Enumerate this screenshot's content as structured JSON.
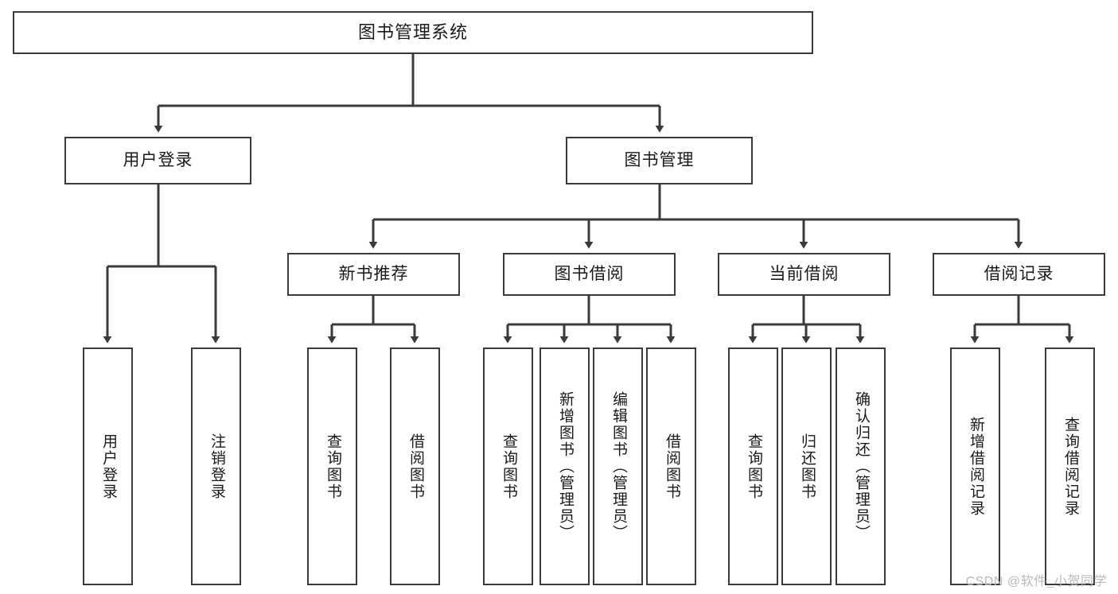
{
  "diagram": {
    "type": "hierarchy-tree",
    "title": "图书管理系统",
    "root": {
      "label": "图书管理系统"
    },
    "level1": [
      {
        "label": "用户登录"
      },
      {
        "label": "图书管理"
      }
    ],
    "level2": [
      {
        "label": "新书推荐"
      },
      {
        "label": "图书借阅"
      },
      {
        "label": "当前借阅"
      },
      {
        "label": "借阅记录"
      }
    ],
    "leaves": {
      "user_login": [
        {
          "label": "用户登录"
        },
        {
          "label": "注销登录"
        }
      ],
      "new_book_recommend": [
        {
          "label": "查询图书"
        },
        {
          "label": "借阅图书"
        }
      ],
      "book_borrow": [
        {
          "label": "查询图书"
        },
        {
          "label": "新增图书（管理员）"
        },
        {
          "label": "编辑图书（管理员）"
        },
        {
          "label": "借阅图书"
        }
      ],
      "current_borrow": [
        {
          "label": "查询图书"
        },
        {
          "label": "归还图书"
        },
        {
          "label": "确认归还（管理员）"
        }
      ],
      "borrow_record": [
        {
          "label": "新增借阅记录"
        },
        {
          "label": "查询借阅记录"
        }
      ]
    }
  },
  "watermark": {
    "text": "CSDN @软件_小贺同学"
  },
  "colors": {
    "stroke": "#3a3a3a",
    "text": "#1a1a1a",
    "background": "#ffffff",
    "watermark": "#b9b9b9"
  }
}
